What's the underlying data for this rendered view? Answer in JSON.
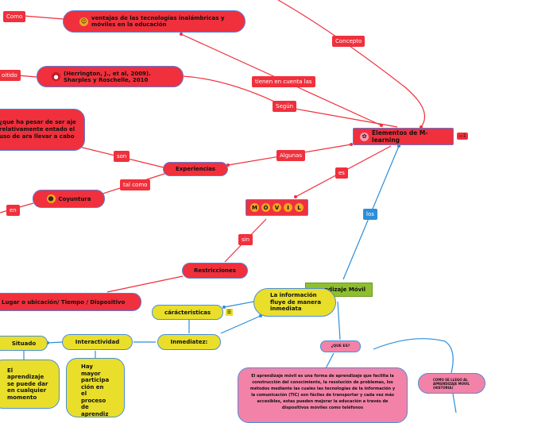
{
  "central": {
    "label": "Elementos de M-learning"
  },
  "movil": {
    "letters": [
      "M",
      "Ó",
      "V",
      "I",
      "L"
    ]
  },
  "nodes": {
    "ventajas": "ventajas de las tecnologías inalámbricas y móviles en la educación",
    "herrington": "(Herrington, J., et al, 2009). Sharples y Roschelle, 2010",
    "pesar": "¿que ha pesar de ser aje relativamente entado el uso de ara llevar a cabo",
    "experiencias": "Experiencias",
    "coyuntura": "Coyuntura",
    "restricciones": "Restricciones",
    "lugar": "Lugar o ubicación/ Tiempo / Dispositivo",
    "aprendizaje_movil": "ndizaje Móvil",
    "caracteristicas": "cárácteristicas",
    "informacion": "La información fluye de manera inmediata",
    "inmediatez": "Inmediatez:",
    "interactividad": "Interactividad",
    "situado": "Situado",
    "situado_desc": "El aprendizaje se puede dar en cualquier momento",
    "interactividad_desc": "Hay mayor participa ción en el proceso de aprendiz",
    "que_es": "¿QUE ES?",
    "definicion": "El aprendizaje móvil es una forma de aprendizaje que facilita la construcción del conocimiento, la resolución de problemas, los métodos mediante las cuales las tecnologías de la información y la comunicación (TIC) son fáciles de transportar y cada vez más accesibles, estas pueden mejorar la educación a través de dispositivos móviles como teléfonos",
    "como_llego": "COMO SE LLEGO AL APRENDIZAJE MOVIL (HISTORIA)"
  },
  "labels": {
    "como": "Como",
    "concepto": "Concepto",
    "tienen": "tienen en cuenta las",
    "segun": "Según",
    "oitido": "oitido",
    "algunas": "Algunas",
    "son": "son",
    "tal_como": "tal como",
    "en": "en",
    "es": "es",
    "sin": "sin",
    "los": "los"
  },
  "badges": {
    "central_badge": "1",
    "carac_badge": "☰"
  },
  "colors": {
    "red": "#f0303c",
    "yellow": "#e9de2a",
    "pink": "#f382a8",
    "olive": "#8fbf2f",
    "blue_link": "#2e8ed8"
  }
}
